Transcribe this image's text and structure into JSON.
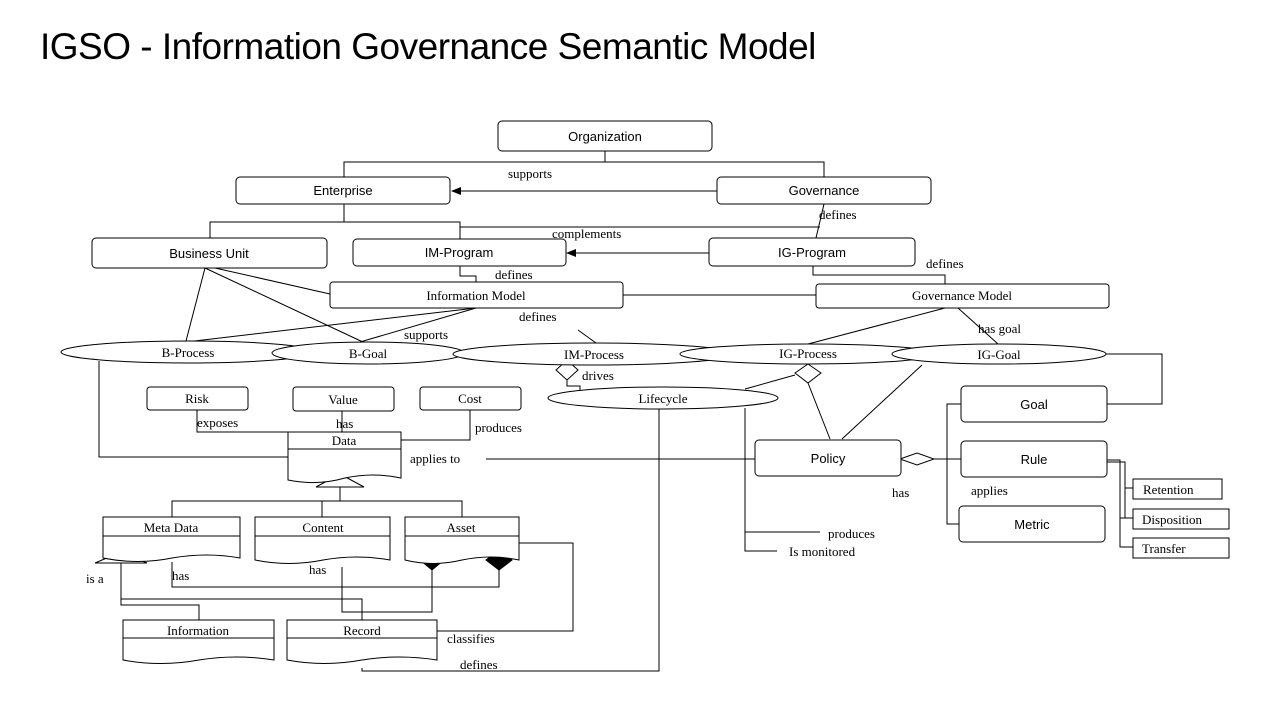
{
  "title": "IGSO - Information Governance Semantic Model",
  "nodes": {
    "organization": "Organization",
    "enterprise": "Enterprise",
    "governance": "Governance",
    "business_unit": "Business Unit",
    "im_program": "IM-Program",
    "ig_program": "IG-Program",
    "information_model": "Information  Model",
    "governance_model": "Governance  Model",
    "b_process": "B-Process",
    "b_goal": "B-Goal",
    "im_process": "IM-Process",
    "ig_process": "IG-Process",
    "ig_goal": "IG-Goal",
    "risk": "Risk",
    "value": "Value",
    "cost": "Cost",
    "lifecycle": "Lifecycle",
    "goal": "Goal",
    "data": "Data",
    "policy": "Policy",
    "rule": "Rule",
    "metric": "Metric",
    "retention": "Retention",
    "disposition": "Disposition",
    "transfer": "Transfer",
    "meta_data": "Meta Data",
    "content": "Content",
    "asset": "Asset",
    "information": "Information",
    "record": "Record"
  },
  "relations": {
    "supports_top": "supports",
    "defines_gov": "defines",
    "complements": "complements",
    "defines_im": "defines",
    "defines_ig": "defines",
    "supports_mid": "supports",
    "defines_mid": "defines",
    "has_goal": "has goal",
    "drives": "drives",
    "exposes": "exposes",
    "has_value": "has",
    "produces_cost": "produces",
    "applies_to": "applies  to",
    "has_policy": "has",
    "applies": "applies",
    "produces_lc": "produces",
    "is_monitored": "Is monitored",
    "is_a": "is  a",
    "has_meta": "has",
    "has_content": "has",
    "classifies": "classifies",
    "defines_record": "defines"
  }
}
